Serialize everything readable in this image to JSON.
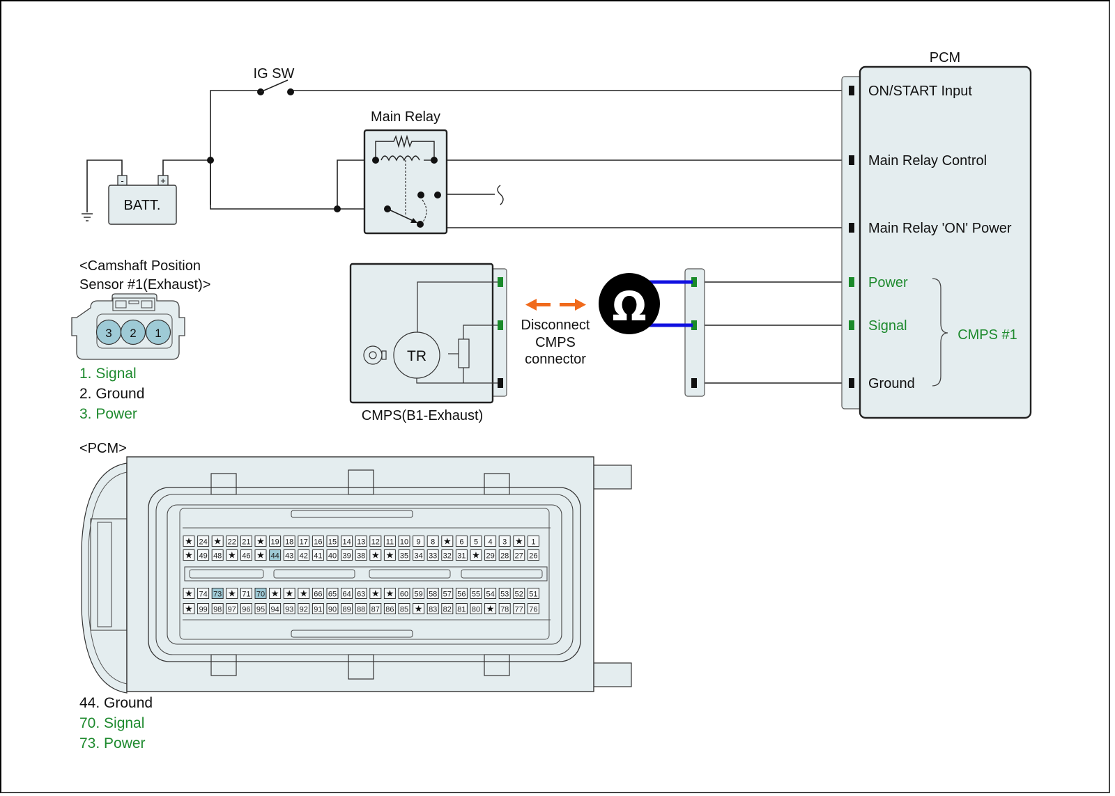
{
  "colors": {
    "label_green": "#1e8a2e",
    "pin_green": "#1a8a2a",
    "pin_black": "#111111",
    "probe_blue": "#1010e0",
    "arrow_orange": "#f06a1c",
    "box_fill": "#e4edef",
    "pin_highlight": "#9ecad6"
  },
  "schematic": {
    "ig_sw_label": "IG SW",
    "main_relay_label": "Main Relay",
    "battery": {
      "label": "BATT.",
      "neg": "-",
      "pos": "+"
    },
    "pcm": {
      "title": "PCM",
      "terminals": [
        {
          "label": "ON/START Input",
          "color": "black"
        },
        {
          "label": "Main Relay Control",
          "color": "black"
        },
        {
          "label": "Main Relay 'ON' Power",
          "color": "black"
        },
        {
          "label": "Power",
          "color": "green"
        },
        {
          "label": "Signal",
          "color": "green"
        },
        {
          "label": "Ground",
          "color": "black"
        }
      ],
      "group_label": "CMPS #1"
    },
    "cmps": {
      "label": "CMPS(B1-Exhaust)",
      "element_label": "TR"
    },
    "disconnect_note": [
      "Disconnect",
      "CMPS",
      "connector"
    ],
    "ohmmeter_symbol": "Ω"
  },
  "sensor_connector": {
    "title_line1": "<Camshaft Position",
    "title_line2": "Sensor #1(Exhaust)>",
    "pins": [
      "3",
      "2",
      "1"
    ],
    "legend": [
      {
        "text": "1. Signal",
        "color": "green"
      },
      {
        "text": "2. Ground",
        "color": "black"
      },
      {
        "text": "3. Power",
        "color": "green"
      }
    ]
  },
  "pcm_connector": {
    "title": "<PCM>",
    "rows": [
      [
        "*",
        "24",
        "*",
        "22",
        "21",
        "*",
        "19",
        "18",
        "17",
        "16",
        "15",
        "14",
        "13",
        "12",
        "11",
        "10",
        "9",
        "8",
        "*",
        "6",
        "5",
        "4",
        "3",
        "*",
        "1"
      ],
      [
        "*",
        "49",
        "48",
        "*",
        "46",
        "*",
        "44",
        "43",
        "42",
        "41",
        "40",
        "39",
        "38",
        "*",
        "*",
        "35",
        "34",
        "33",
        "32",
        "31",
        "*",
        "29",
        "28",
        "27",
        "26"
      ],
      [
        "*",
        "74",
        "73",
        "*",
        "71",
        "70",
        "*",
        "*",
        "*",
        "66",
        "65",
        "64",
        "63",
        "*",
        "*",
        "60",
        "59",
        "58",
        "57",
        "56",
        "55",
        "54",
        "53",
        "52",
        "51"
      ],
      [
        "*",
        "99",
        "98",
        "97",
        "96",
        "95",
        "94",
        "93",
        "92",
        "91",
        "90",
        "89",
        "88",
        "87",
        "86",
        "85",
        "*",
        "83",
        "82",
        "81",
        "80",
        "*",
        "78",
        "77",
        "76"
      ]
    ],
    "highlighted_pins": [
      "44",
      "70",
      "73"
    ],
    "legend": [
      {
        "text": "44. Ground",
        "color": "black"
      },
      {
        "text": "70. Signal",
        "color": "green"
      },
      {
        "text": "73. Power",
        "color": "green"
      }
    ]
  }
}
